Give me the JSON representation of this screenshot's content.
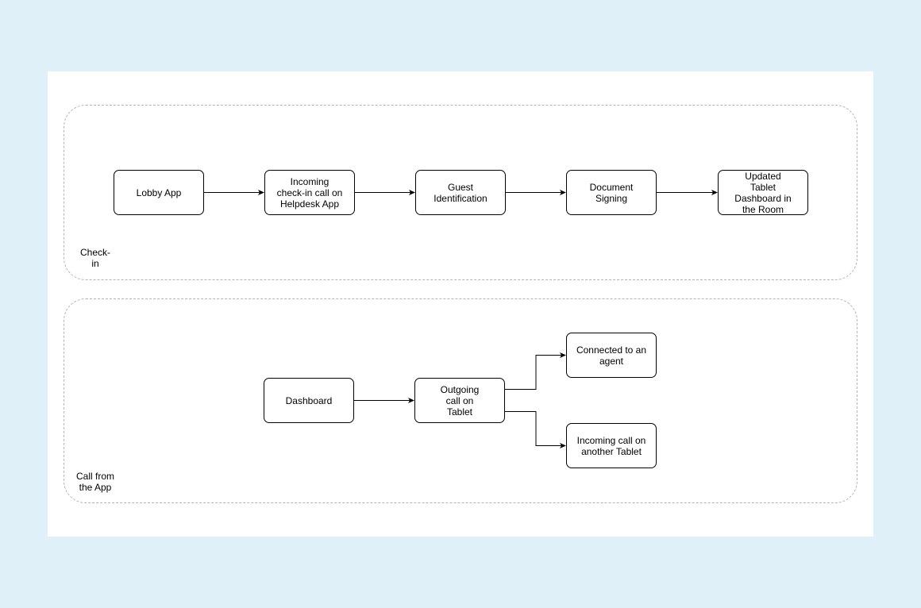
{
  "groups": {
    "checkin": {
      "label": "Check-\nin"
    },
    "call": {
      "label": "Call from\nthe App"
    }
  },
  "nodes": {
    "lobby_app": "Lobby App",
    "incoming_checkin": "Incoming\ncheck-in call on\nHelpdesk App",
    "guest_identification": "Guest\nIdentification",
    "document_signing": "Document\nSigning",
    "updated_tablet": "Updated\nTablet\nDashboard in\nthe Room",
    "dashboard": "Dashboard",
    "outgoing_call": "Outgoing\ncall on\nTablet",
    "connected_agent": "Connected to an\nagent",
    "incoming_another": "Incoming call on\nanother Tablet"
  },
  "colors": {
    "background": "#dff0f8",
    "canvas": "#ffffff",
    "stroke": "#000000",
    "group_border": "#b3b3b3"
  }
}
